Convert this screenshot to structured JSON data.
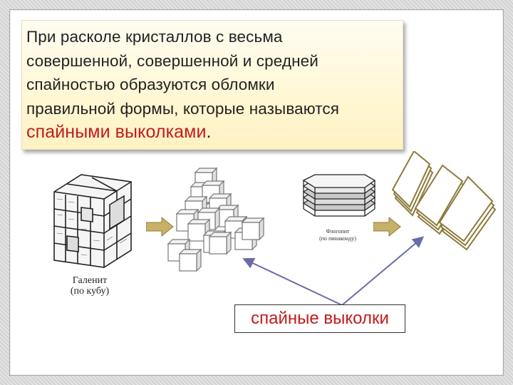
{
  "slide": {
    "text_lines": [
      "При расколе кристаллов с весьма",
      "совершенной, совершенной и средней",
      "спайностью образуются обломки",
      "правильной формы, которые называются"
    ],
    "highlight": "спайными выколками",
    "highlight_end": "."
  },
  "galena": {
    "caption_line1": "Галенит",
    "caption_line2": "(по кубу)"
  },
  "phlogopite": {
    "caption_line1": "Флогопит",
    "caption_line2": "(по пинакоиду)"
  },
  "label": {
    "text": "спайные выколки"
  },
  "colors": {
    "text_box_top": "#fffdf2",
    "text_box_bottom": "#fff2c3",
    "highlight": "#c41a1a",
    "arrow_fill": "#c7b169",
    "flake_stroke": "#8c7a3a",
    "pointer_line": "#6a6aa8"
  }
}
